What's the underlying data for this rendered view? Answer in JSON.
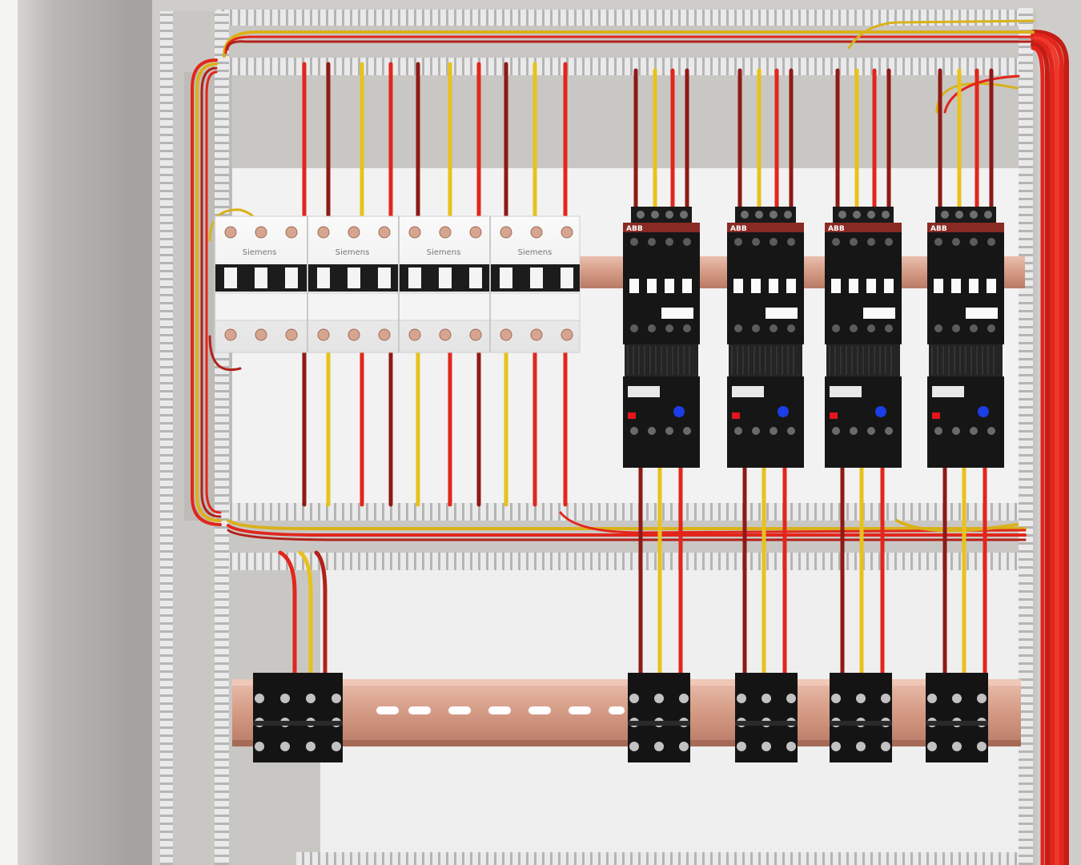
{
  "scene": {
    "breakers": {
      "brand": "Siemens",
      "module_labels": [
        "Siemens",
        "Siemens",
        "Siemens",
        "Siemens"
      ]
    },
    "contactors": {
      "brand": "ABB",
      "units": [
        {
          "label": "ABB"
        },
        {
          "label": "ABB"
        },
        {
          "label": "ABB"
        },
        {
          "label": "ABB"
        }
      ]
    },
    "colors": {
      "panel": "#f1f1f1",
      "enclosure": "#a9a7a4",
      "duct": "#e6e6e6",
      "wire_red": "#e2261c",
      "wire_darkred": "#8e1a16",
      "wire_yellow": "#e8c21b",
      "contactor_body": "#161616",
      "contactor_top": "#8a2a24",
      "din_rail": "#d8a18b",
      "breaker_white": "#f7f7f7",
      "status_red": "#e3161c",
      "status_blue": "#1b3ee6"
    }
  }
}
